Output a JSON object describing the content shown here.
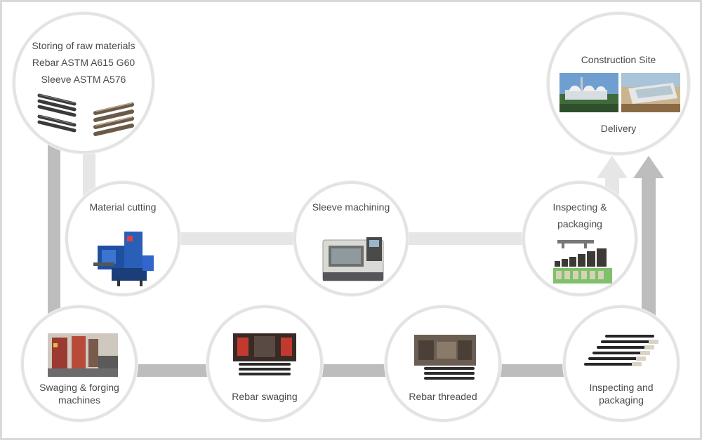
{
  "nodes": {
    "storing": {
      "lines": [
        "Storing of raw materials",
        "Rebar ASTM A615 G60",
        "Sleeve ASTM A576"
      ]
    },
    "construction": {
      "title": "Construction Site",
      "subtitle": "Delivery"
    },
    "cutting": {
      "label": "Material cutting"
    },
    "sleeve": {
      "label": "Sleeve machining"
    },
    "inspect_top": {
      "lines": [
        "Inspecting &",
        "packaging"
      ]
    },
    "swaging_machines": {
      "lines": [
        "Swaging & forging",
        "machines"
      ]
    },
    "rebar_swaging": {
      "label": "Rebar swaging"
    },
    "rebar_threaded": {
      "label": "Rebar threaded"
    },
    "inspect_bottom": {
      "lines": [
        "Inspecting and",
        "packaging"
      ]
    }
  },
  "colors": {
    "bar_dark": "#bdbdbd",
    "bar_light": "#e6e6e6",
    "circle_border": "#e3e3e3",
    "text": "#4a4a4a"
  }
}
